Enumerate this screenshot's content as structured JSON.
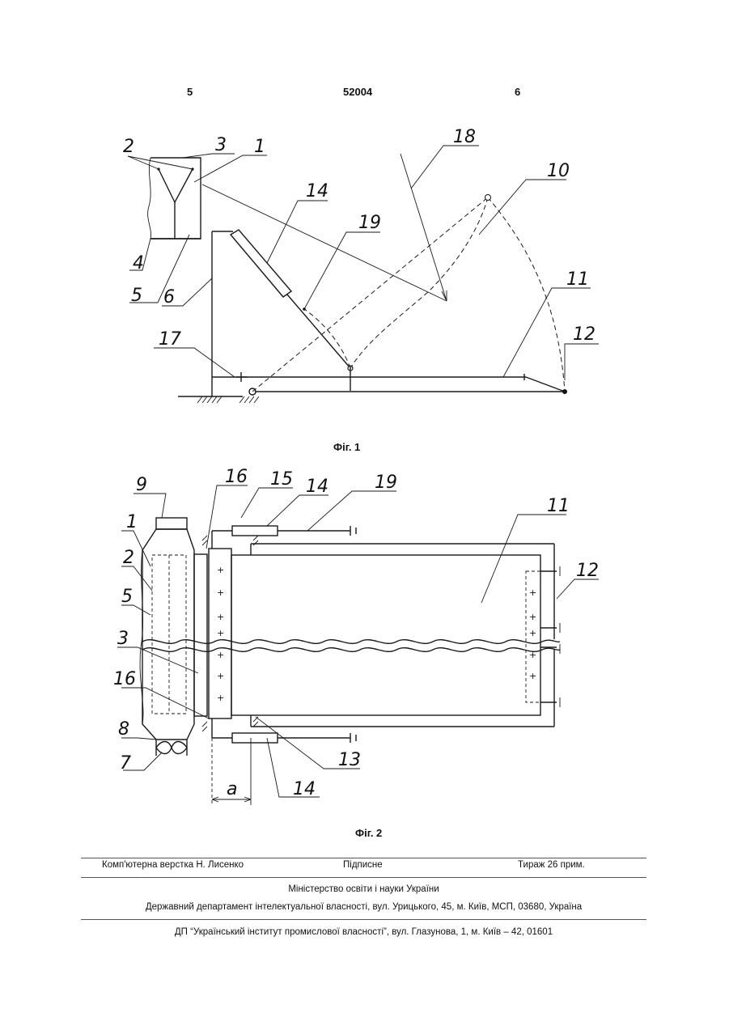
{
  "header": {
    "page_left": "5",
    "patent_number": "52004",
    "page_right": "6"
  },
  "figure1": {
    "caption": "Фіг. 1",
    "labels": [
      "2",
      "3",
      "1",
      "4",
      "5",
      "6",
      "14",
      "19",
      "18",
      "10",
      "11",
      "12",
      "17"
    ]
  },
  "figure2": {
    "caption": "Фіг. 2",
    "labels": [
      "9",
      "16",
      "15",
      "14",
      "19",
      "11",
      "1",
      "2",
      "5",
      "3",
      "12",
      "16",
      "8",
      "7",
      "13",
      "14",
      "a"
    ]
  },
  "footer": {
    "layout": "Комп'ютерна верстка Н. Лисенко",
    "signed": "Підписне",
    "circulation": "Тираж 26 прим.",
    "ministry": "Міністерство освіти і науки України",
    "department": "Державний департамент інтелектуальної власності, вул. Урицького, 45, м. Київ, МСП, 03680, Україна",
    "institute": "ДП “Український інститут промислової власності”, вул. Глазунова, 1, м. Київ – 42, 01601"
  }
}
